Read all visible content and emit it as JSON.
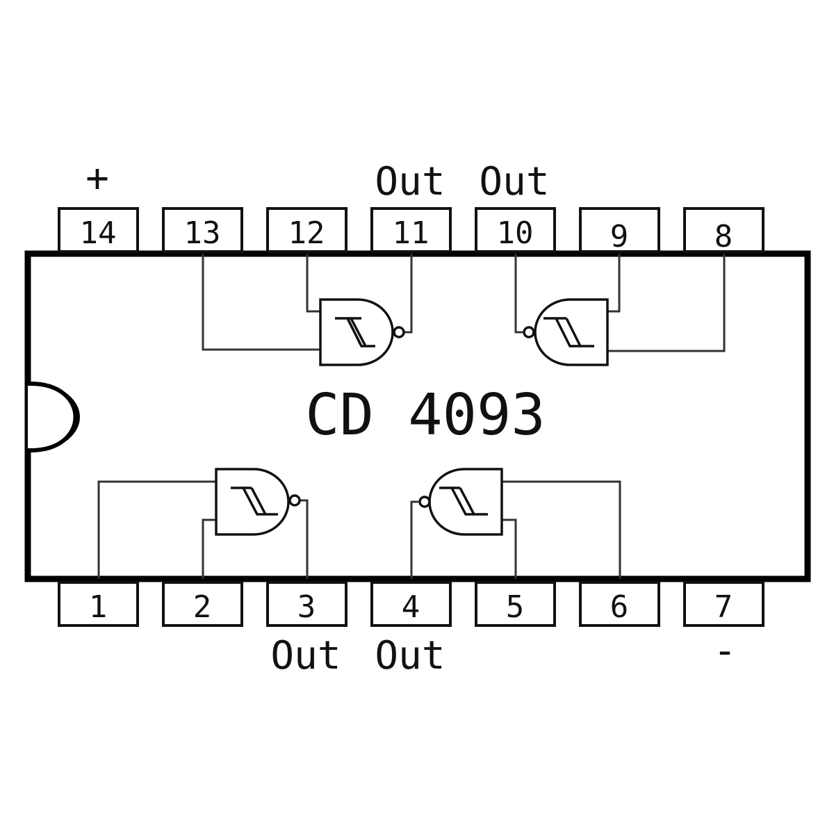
{
  "chip": {
    "name": "CD 4093",
    "pin_count": 14
  },
  "pins_top": [
    {
      "number": "14",
      "label": "+"
    },
    {
      "number": "13",
      "label": ""
    },
    {
      "number": "12",
      "label": ""
    },
    {
      "number": "11",
      "label": "Out"
    },
    {
      "number": "10",
      "label": "Out"
    },
    {
      "number": "9",
      "label": ""
    },
    {
      "number": "8",
      "label": ""
    }
  ],
  "pins_bottom": [
    {
      "number": "1",
      "label": ""
    },
    {
      "number": "2",
      "label": ""
    },
    {
      "number": "3",
      "label": "Out"
    },
    {
      "number": "4",
      "label": "Out"
    },
    {
      "number": "5",
      "label": ""
    },
    {
      "number": "6",
      "label": ""
    },
    {
      "number": "7",
      "label": "-"
    }
  ],
  "gates": [
    {
      "type": "schmitt-trigger-nand",
      "inputs": [
        "13",
        "12"
      ],
      "output": "11"
    },
    {
      "type": "schmitt-trigger-nand",
      "inputs": [
        "9",
        "8"
      ],
      "output": "10"
    },
    {
      "type": "schmitt-trigger-nand",
      "inputs": [
        "1",
        "2"
      ],
      "output": "3"
    },
    {
      "type": "schmitt-trigger-nand",
      "inputs": [
        "5",
        "6"
      ],
      "output": "4"
    }
  ]
}
